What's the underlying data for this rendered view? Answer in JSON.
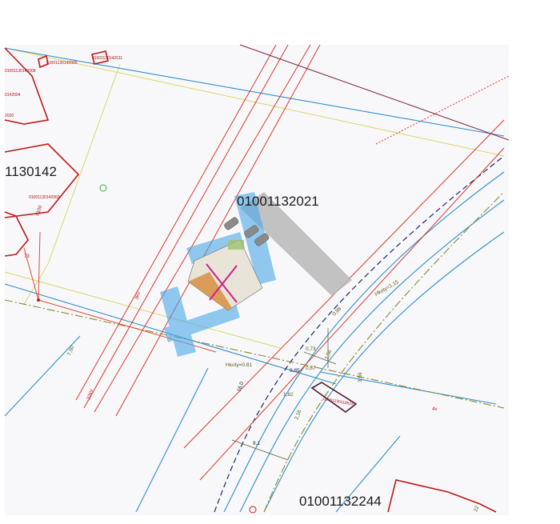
{
  "colors": {
    "paper": "#f8f8fb",
    "red": "#d83a2a",
    "dark_red": "#b01515",
    "blue": "#2f8fd0",
    "olive": "#8a8a2a",
    "yellow_line": "#d8d86a",
    "green": "#3aaa3a",
    "dark_blue": "#1a2a6a",
    "maroon": "#7a2a3a",
    "highlight_blue": "#4aa8e8",
    "paving_gray": "#b8b8b8"
  },
  "parcels": {
    "left_cut": "1130142",
    "center": "01001132021",
    "bottom": "01001132244",
    "top_small": "01001130142011",
    "top_left_small": "01001130142005",
    "left_small_1": "01001130142008",
    "left_small_2": "0142004",
    "left_small_3": "2020",
    "left_mid_small": "01001130142060",
    "right_small": "01001130118624"
  },
  "annotations": {
    "red_1": "d100",
    "red_2": "73",
    "olive_1": "0,73",
    "olive_2": "2,56",
    "olive_3": "0,87",
    "olive_4": "0,88",
    "olive_5": "3,59",
    "olive_6": "1,82",
    "olive_7": "2,16",
    "olive_8": "7,00",
    "dark_1": "9,85",
    "dark_2": "16,0",
    "dark_3": "9,1",
    "hkoty_1": "Hkoty=0.81",
    "hkoty_2": "Hkoty=1.15",
    "red_3": "3kV",
    "red_4": "22kV",
    "red_5": "4v",
    "misc_1": "22"
  }
}
